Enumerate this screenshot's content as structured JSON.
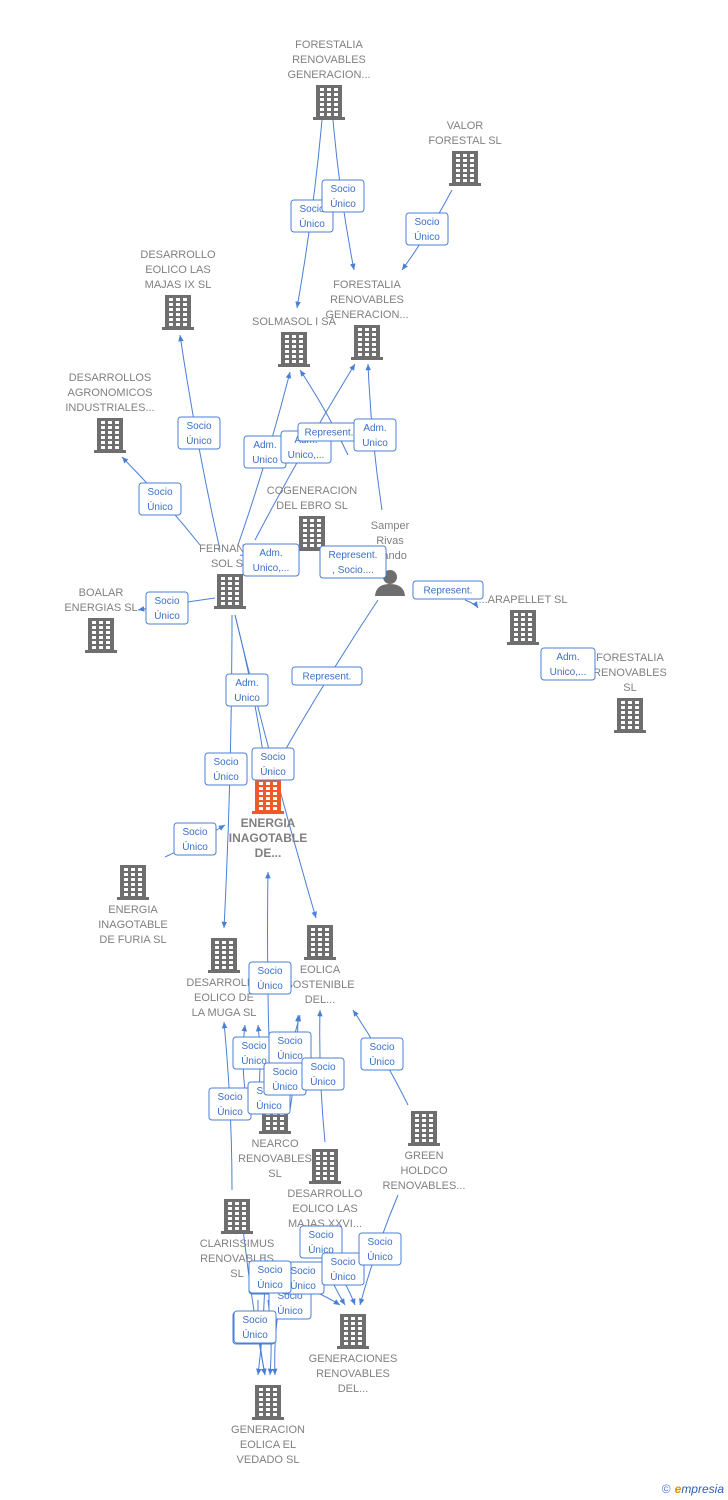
{
  "colors": {
    "edge": "#4a7fd6",
    "building": "#6e6e6e",
    "building_highlight": "#f05a28",
    "person": "#6e6e6e",
    "label": "#808080"
  },
  "nodes": [
    {
      "id": "forestalia-gen-top",
      "type": "company",
      "lines": [
        "FORESTALIA",
        "RENOVABLES",
        "GENERACION..."
      ]
    },
    {
      "id": "valor-forestal",
      "type": "company",
      "lines": [
        "VALOR",
        "FORESTAL SL"
      ]
    },
    {
      "id": "desarrollo-majas-ix",
      "type": "company",
      "lines": [
        "DESARROLLO",
        "EOLICO LAS",
        "MAJAS IX  SL"
      ]
    },
    {
      "id": "forestalia-gen-mid",
      "type": "company",
      "lines": [
        "FORESTALIA",
        "RENOVABLES",
        "GENERACION..."
      ]
    },
    {
      "id": "solmasol",
      "type": "company",
      "lines": [
        "SOLMASOL I SA"
      ]
    },
    {
      "id": "desarrollos-agronomicos",
      "type": "company",
      "lines": [
        "DESARROLLOS",
        "AGRONOMICOS",
        "INDUSTRIALES..."
      ]
    },
    {
      "id": "cogeneracion-ebro",
      "type": "company",
      "lines": [
        "COGENERACION",
        "DEL EBRO  SL"
      ]
    },
    {
      "id": "samper-rivas",
      "type": "person",
      "lines": [
        "Samper",
        "Rivas",
        "...ando"
      ]
    },
    {
      "id": "fernando-sol",
      "type": "company",
      "lines": [
        "FERNANDO",
        "SOL SL"
      ]
    },
    {
      "id": "boalar",
      "type": "company",
      "lines": [
        "BOALAR",
        "ENERGIAS  SL"
      ]
    },
    {
      "id": "arapellet",
      "type": "company",
      "lines": [
        "...ARAPELLET  SL"
      ]
    },
    {
      "id": "forestalia-renovables",
      "type": "company",
      "lines": [
        "FORESTALIA",
        "RENOVABLES",
        "SL"
      ]
    },
    {
      "id": "energia-inagotable-main",
      "type": "company",
      "highlight": true,
      "lines": [
        "ENERGIA",
        "INAGOTABLE",
        "DE..."
      ]
    },
    {
      "id": "energia-inagotable-furia",
      "type": "company",
      "lines": [
        "ENERGIA",
        "INAGOTABLE",
        "DE FURIA  SL"
      ]
    },
    {
      "id": "desarrollo-muga",
      "type": "company",
      "lines": [
        "DESARROLLO",
        "EOLICO DE",
        "LA MUGA SL"
      ]
    },
    {
      "id": "eolica-sostenible",
      "type": "company",
      "lines": [
        "EOLICA",
        "SOSTENIBLE",
        "DEL..."
      ]
    },
    {
      "id": "nearco",
      "type": "company",
      "lines": [
        "NEARCO",
        "RENOVABLES",
        "SL"
      ]
    },
    {
      "id": "green-holdco",
      "type": "company",
      "lines": [
        "GREEN",
        "HOLDCO",
        "RENOVABLES..."
      ]
    },
    {
      "id": "desarrollo-majas-xxvi",
      "type": "company",
      "lines": [
        "DESARROLLO",
        "EOLICO LAS",
        "MAJAS XXVI..."
      ]
    },
    {
      "id": "clarissimus",
      "type": "company",
      "lines": [
        "CLARISSIMUS",
        "RENOVABLES",
        "SL"
      ]
    },
    {
      "id": "generaciones-renovables",
      "type": "company",
      "lines": [
        "GENERACIONES",
        "RENOVABLES",
        "DEL..."
      ]
    },
    {
      "id": "generacion-vedado",
      "type": "company",
      "lines": [
        "GENERACION",
        "EOLICA EL",
        "VEDADO SL"
      ]
    }
  ],
  "edges": [
    {
      "label": [
        "Socio",
        "Único"
      ]
    },
    {
      "label": [
        "Socio",
        "Único"
      ]
    },
    {
      "label": [
        "Socio",
        "Único"
      ]
    },
    {
      "label": [
        "Socio",
        "Único"
      ]
    },
    {
      "label": [
        "Socio",
        "Único"
      ]
    },
    {
      "label": [
        "Socio",
        "Único"
      ]
    },
    {
      "label": [
        "Adm.",
        "Unico"
      ]
    },
    {
      "label": [
        "Adm.",
        "Unico,..."
      ]
    },
    {
      "label": [
        "Represent."
      ]
    },
    {
      "label": [
        "Adm.",
        "Unico"
      ]
    },
    {
      "label": [
        "Adm.",
        "Unico,..."
      ]
    },
    {
      "label": [
        "Represent.",
        ", Socio...."
      ]
    },
    {
      "label": [
        "Represent."
      ]
    },
    {
      "label": [
        "Adm.",
        "Unico,..."
      ]
    },
    {
      "label": [
        "Adm.",
        "Unico"
      ]
    },
    {
      "label": [
        "Represent."
      ]
    },
    {
      "label": [
        "Socio",
        "Único"
      ]
    },
    {
      "label": [
        "Socio",
        "Único"
      ]
    },
    {
      "label": [
        "Socio",
        "Único"
      ]
    },
    {
      "label": [
        "Socio",
        "Único"
      ]
    },
    {
      "label": [
        "Socio",
        "Único"
      ]
    },
    {
      "label": [
        "Socio",
        "Único"
      ]
    },
    {
      "label": [
        "Socio",
        "Único"
      ]
    },
    {
      "label": [
        "Socio",
        "Único"
      ]
    },
    {
      "label": [
        "Socio",
        "Único"
      ]
    },
    {
      "label": [
        "Socio",
        "Único"
      ]
    },
    {
      "label": [
        "Socio",
        "Único"
      ]
    },
    {
      "label": [
        "Socio",
        "Único"
      ]
    },
    {
      "label": [
        "Socio",
        "Único"
      ]
    },
    {
      "label": [
        "Socio",
        "Único"
      ]
    },
    {
      "label": [
        "Socio",
        "Único"
      ]
    },
    {
      "label": [
        "Socio",
        "Único"
      ]
    },
    {
      "label": [
        "Socio",
        "Único"
      ]
    },
    {
      "label": [
        "Socio",
        "Único"
      ]
    },
    {
      "label": [
        "Socio",
        "Único"
      ]
    },
    {
      "label": [
        "Socio",
        "Único"
      ]
    }
  ],
  "footer": {
    "copyright": "©",
    "brand_initial": "e",
    "brand_rest": "mpresia"
  }
}
